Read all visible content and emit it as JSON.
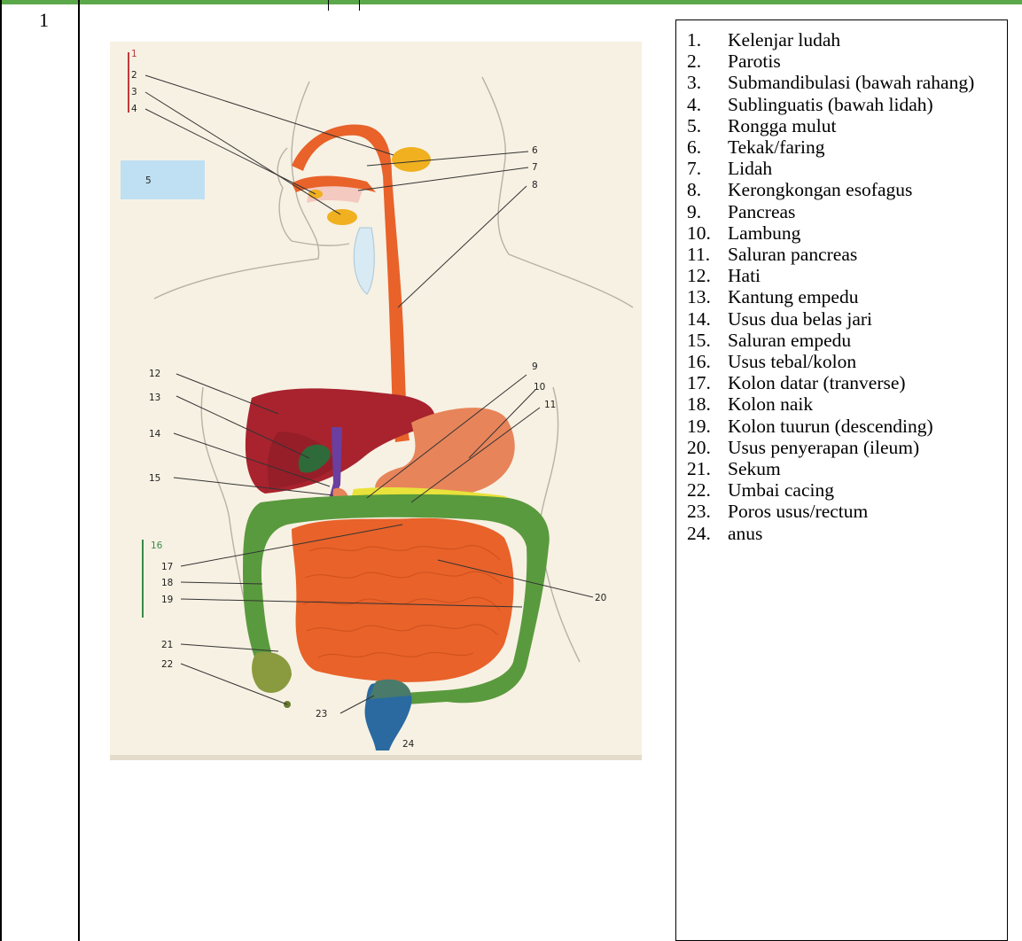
{
  "table": {
    "row_number": "1"
  },
  "diagram_labels": [
    "1",
    "2",
    "3",
    "4",
    "5",
    "6",
    "7",
    "8",
    "9",
    "10",
    "11",
    "12",
    "13",
    "14",
    "15",
    "16",
    "17",
    "18",
    "19",
    "20",
    "21",
    "22",
    "23",
    "24"
  ],
  "legend": [
    {
      "num": "1.",
      "text": "Kelenjar ludah"
    },
    {
      "num": "2.",
      "text": "Parotis"
    },
    {
      "num": "3.",
      "text": "Submandibulasi (bawah rahang)"
    },
    {
      "num": "4.",
      "text": "Sublinguatis (bawah lidah)"
    },
    {
      "num": "5.",
      "text": "Rongga mulut"
    },
    {
      "num": "6.",
      "text": "Tekak/faring"
    },
    {
      "num": "7.",
      "text": "Lidah"
    },
    {
      "num": "8.",
      "text": "Kerongkongan esofagus"
    },
    {
      "num": "9.",
      "text": "Pancreas"
    },
    {
      "num": "10.",
      "text": "Lambung"
    },
    {
      "num": "11.",
      "text": "Saluran pancreas"
    },
    {
      "num": "12.",
      "text": "Hati"
    },
    {
      "num": "13.",
      "text": "Kantung empedu"
    },
    {
      "num": "14.",
      "text": "Usus dua belas jari"
    },
    {
      "num": "15.",
      "text": "Saluran empedu"
    },
    {
      "num": "16.",
      "text": "Usus tebal/kolon"
    },
    {
      "num": "17.",
      "text": "Kolon datar (tranverse)"
    },
    {
      "num": "18.",
      "text": "Kolon naik"
    },
    {
      "num": "19.",
      "text": "Kolon tuurun (descending)"
    },
    {
      "num": "20.",
      "text": "Usus penyerapan (ileum)"
    },
    {
      "num": "21.",
      "text": "Sekum"
    },
    {
      "num": "22.",
      "text": "Umbai cacing"
    },
    {
      "num": "23.",
      "text": "Poros usus/rectum"
    },
    {
      "num": "24.",
      "text": "anus"
    }
  ],
  "colors": {
    "esophagus": "#e8622a",
    "liver": "#a8232e",
    "stomach": "#e8845a",
    "colon": "#5a9a3e",
    "small_intestine": "#e8622a",
    "pancreas": "#e8e23a",
    "gland": "#f0b020",
    "gallbladder": "#2f6a3a",
    "rectum": "#2a6aa0",
    "mouth": "#bfe0f2"
  }
}
